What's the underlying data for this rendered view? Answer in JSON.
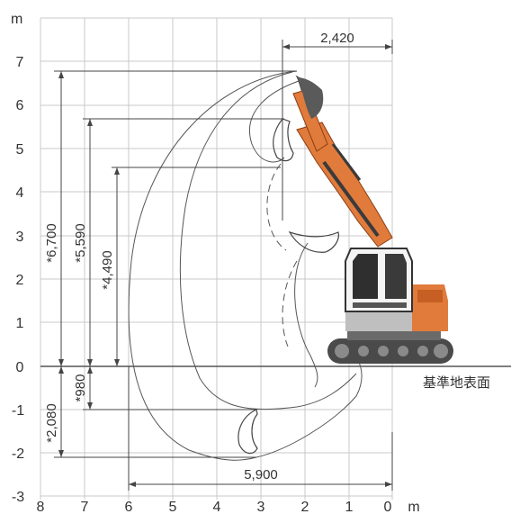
{
  "axes": {
    "y_unit": "m",
    "x_unit": "m",
    "y_ticks": [
      "7",
      "6",
      "5",
      "4",
      "3",
      "2",
      "1",
      "0",
      "-1",
      "-2",
      "-3"
    ],
    "x_ticks": [
      "8",
      "7",
      "6",
      "5",
      "4",
      "3",
      "2",
      "1",
      "0"
    ]
  },
  "dimensions": {
    "top_width": "2,420",
    "max_height": "*6,700",
    "dump_height": "*5,590",
    "h4490": "*4,490",
    "d980": "*980",
    "max_depth": "*2,080",
    "reach_ground": "5,900"
  },
  "ground_label": "基準地表面",
  "colors": {
    "machine": "#e07b3c",
    "cab": "#f4f4f4",
    "track": "#4a4a4a",
    "grid": "#c8c8c8"
  }
}
